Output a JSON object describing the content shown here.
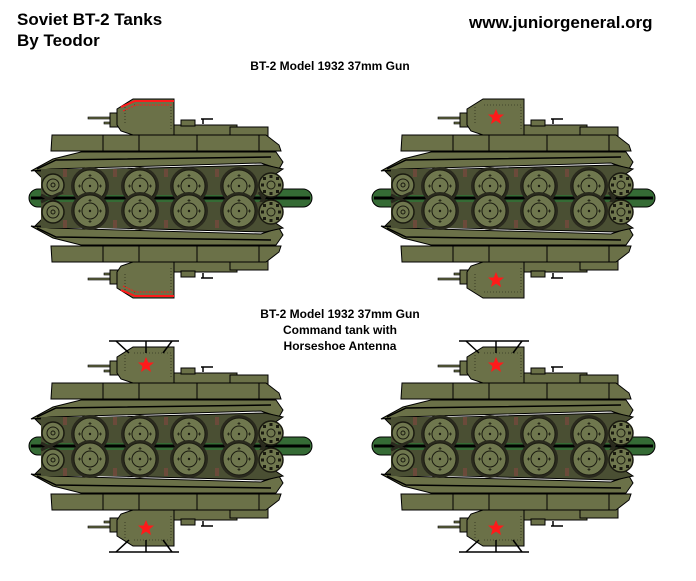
{
  "header": {
    "title_line1": "Soviet BT-2 Tanks",
    "title_line2": "By Teodor",
    "site": "www.juniorgeneral.org"
  },
  "sections": [
    {
      "caption_lines": [
        "BT-2 Model 1932 37mm Gun"
      ],
      "tanks": [
        {
          "position": "left",
          "turret_marking": "red-trim-stripe",
          "antenna": false
        },
        {
          "position": "right",
          "turret_marking": "red-star",
          "antenna": false
        }
      ]
    },
    {
      "caption_lines": [
        "BT-2 Model 1932 37mm Gun",
        "Command tank with",
        "Horseshoe Antenna"
      ],
      "tanks": [
        {
          "position": "left",
          "turret_marking": "red-star",
          "antenna": true
        },
        {
          "position": "right",
          "turret_marking": "red-star",
          "antenna": true
        }
      ]
    }
  ],
  "colors": {
    "hull": "#6b7148",
    "hull_dark": "#4a4f33",
    "wheel": "#6f774e",
    "track": "#2a2a1e",
    "base_bar": "#356b35",
    "mud": "#6b4a3a",
    "star": "#ff1a1a",
    "outline": "#000000"
  }
}
